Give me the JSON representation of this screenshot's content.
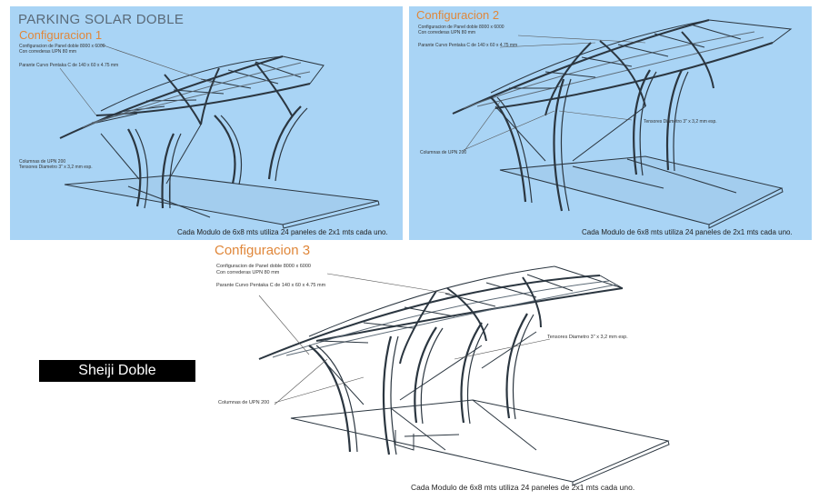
{
  "panel1": {
    "main_title": "PARKING SOLAR DOBLE",
    "config_title": "Configuracion 1",
    "note_panel_line1": "Configuracion de Panel doble 8000 x 6000",
    "note_panel_line2": "Con correderas UPN 80 mm",
    "note_parante": "Parante Curvo Pentaka C de 140 x 60 x 4.75 mm",
    "note_columnas": "Columnas de UPN 200",
    "note_tensores": "Tensores Diametro 3\" x 3,2 mm esp.",
    "caption": "Cada Modulo de 6x8 mts utiliza 24 paneles de 2x1 mts cada uno."
  },
  "panel2": {
    "config_title": "Configuracion 2",
    "note_panel_line1": "Configuracion de Panel doble 8000 x 6000",
    "note_panel_line2": "Con correderas UPN 80 mm",
    "note_parante": "Parante Curvo Pentaka C de 140 x 60 x 4.75 mm",
    "note_tensores": "Tensores Diametro 3\" x 3,2 mm esp.",
    "note_columnas": "Columnas de UPN 200",
    "caption": "Cada Modulo de 6x8 mts utiliza 24 paneles de 2x1 mts cada uno."
  },
  "panel3": {
    "config_title": "Configuracion 3",
    "note_panel_line1": "Configuracion de Panel doble 8000 x 6000",
    "note_panel_line2": "Con correderas UPN 80 mm",
    "note_parante": "Parante Curvo Pentaka C de 140 x 60 x 4.75 mm",
    "note_tensores": "Tensores Diametro 3\" x 3,2 mm esp.",
    "note_columnas": "Columnas de UPN 200",
    "caption": "Cada Modulo de 6x8 mts utiliza 24 paneles de 2x1 mts cada uno."
  },
  "label": "Sheiji Doble",
  "colors": {
    "panel_background": "#a9d4f5",
    "title_accent": "#e0873a",
    "main_title": "#5a6a78",
    "label_background": "#000000"
  }
}
